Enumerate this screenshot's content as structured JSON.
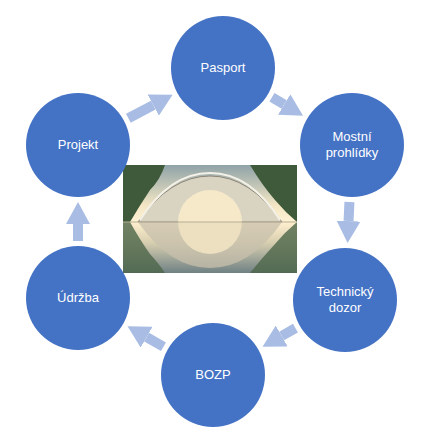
{
  "diagram": {
    "nodes": [
      {
        "text": [
          "Pasport"
        ]
      },
      {
        "text": [
          "Mostní prohlídky"
        ]
      },
      {
        "text": [
          "Technický dozor"
        ]
      },
      {
        "text": [
          "BOZP"
        ]
      },
      {
        "text": [
          "Údržba"
        ]
      },
      {
        "text": [
          "Projekt"
        ]
      }
    ],
    "edges": [
      {
        "from": 0,
        "to": 1,
        "arrow": "to"
      },
      {
        "from": 1,
        "to": 2,
        "arrow": "to"
      },
      {
        "from": 2,
        "to": 3,
        "arrow": "to"
      },
      {
        "from": 3,
        "to": 4,
        "arrow": "to"
      },
      {
        "from": 4,
        "to": 5,
        "arrow": "to"
      },
      {
        "from": 5,
        "to": 0,
        "arrow": "to"
      }
    ]
  }
}
